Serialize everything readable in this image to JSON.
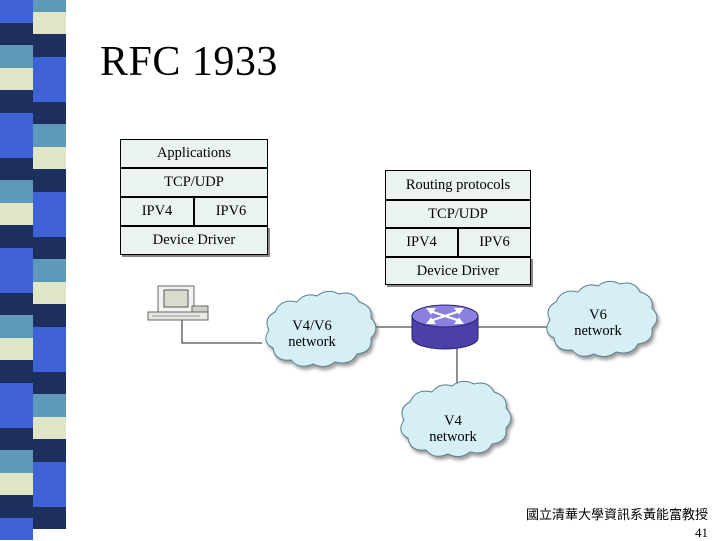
{
  "title": "RFC 1933",
  "left_stack": {
    "applications": "Applications",
    "tcp_udp": "TCP/UDP",
    "ipv4": "IPV4",
    "ipv6": "IPV6",
    "device_driver": "Device Driver"
  },
  "right_stack": {
    "routing_protocols": "Routing protocols",
    "tcp_udp": "TCP/UDP",
    "ipv4": "IPV4",
    "ipv6": "IPV6",
    "device_driver": "Device Driver"
  },
  "clouds": {
    "v4v6": {
      "line1": "V4/V6",
      "line2": "network"
    },
    "v6": {
      "line1": "V6",
      "line2": "network"
    },
    "v4": {
      "line1": "V4",
      "line2": "network"
    }
  },
  "footer": {
    "author": "國立清華大學資訊系黃能富教授",
    "page": "41"
  },
  "colors": {
    "stripe_dark": "#1d2f5c",
    "stripe_blue": "#3f63d6",
    "stripe_teal": "#5e9ab8",
    "stripe_pale": "#dfe6c8",
    "box_fill": "#eaf3f2",
    "cloud_fill": "#d6eef6",
    "router": "#6a5fc8"
  }
}
